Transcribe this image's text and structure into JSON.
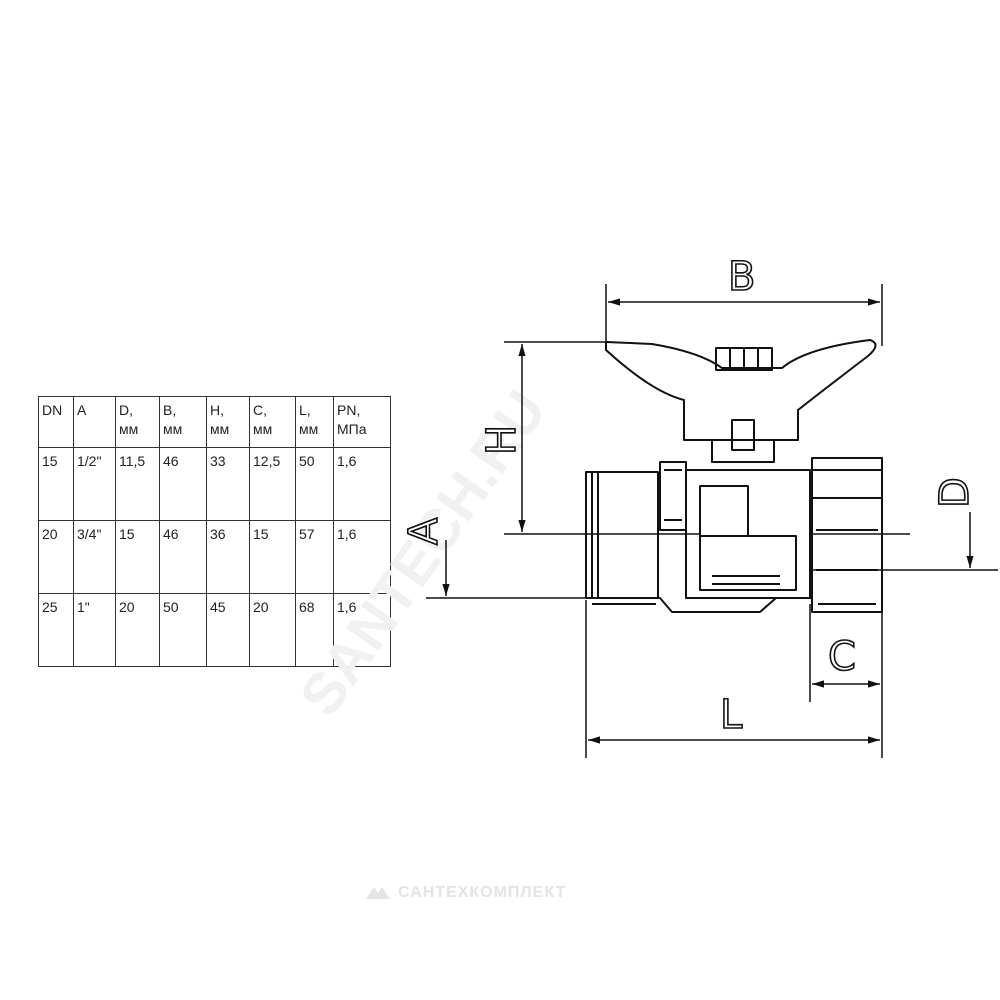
{
  "table": {
    "headers": [
      {
        "line1": "DN",
        "line2": ""
      },
      {
        "line1": "A",
        "line2": ""
      },
      {
        "line1": "D,",
        "line2": "мм"
      },
      {
        "line1": "B,",
        "line2": "мм"
      },
      {
        "line1": "H,",
        "line2": "мм"
      },
      {
        "line1": "C,",
        "line2": "мм"
      },
      {
        "line1": "L,",
        "line2": "мм"
      },
      {
        "line1": "PN,",
        "line2": "МПа"
      }
    ],
    "rows": [
      [
        "15",
        "1/2\"",
        "11,5",
        "46",
        "33",
        "12,5",
        "50",
        "1,6"
      ],
      [
        "20",
        "3/4\"",
        "15",
        "46",
        "36",
        "15",
        "57",
        "1,6"
      ],
      [
        "25",
        "1\"",
        "20",
        "50",
        "45",
        "20",
        "68",
        "1,6"
      ]
    ]
  },
  "drawing": {
    "labels": {
      "B": "B",
      "H": "H",
      "A": "A",
      "D": "D",
      "C": "C",
      "L": "L"
    }
  },
  "watermark": {
    "diagonal": "SANTECH.RU",
    "brand": "САНТЕХКОМПЛЕКТ",
    "logo_icon": "brand-logo-icon"
  }
}
